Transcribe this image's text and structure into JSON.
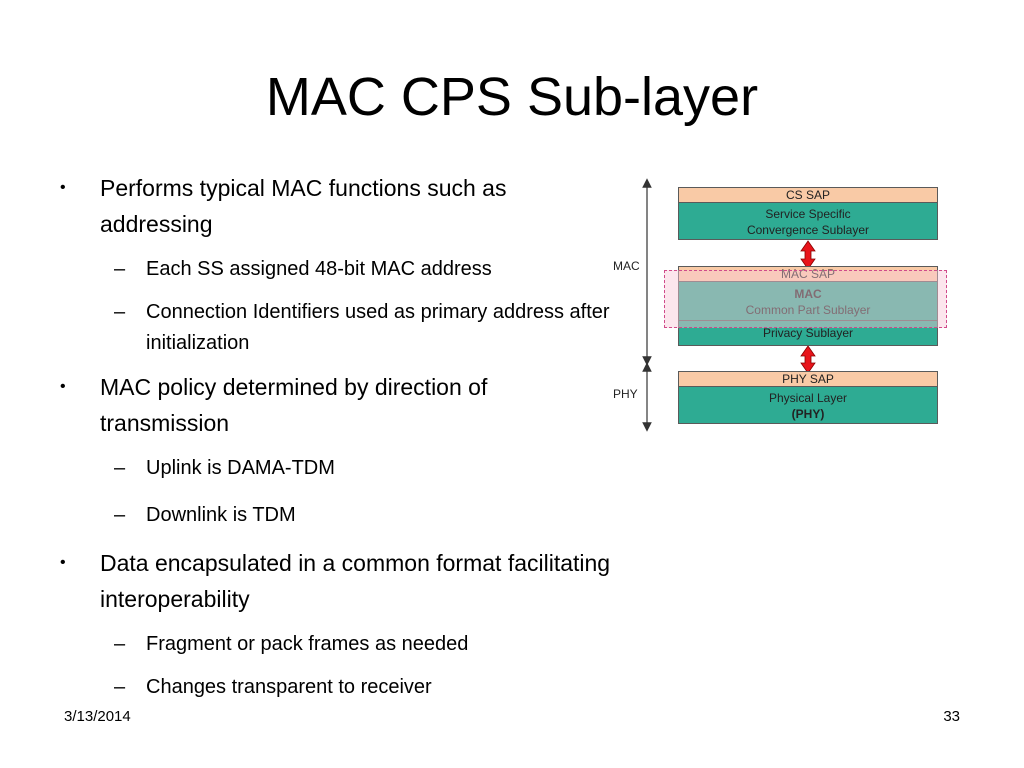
{
  "slide": {
    "title": "MAC CPS Sub-layer",
    "date": "3/13/2014",
    "page": "33"
  },
  "bullets": [
    {
      "text": "Performs typical MAC functions such as addressing",
      "sub": [
        "Each SS assigned 48-bit MAC address",
        "Connection Identifiers used as primary address after initialization"
      ]
    },
    {
      "text": "MAC policy determined by direction of transmission",
      "sub": [
        "Uplink is DAMA-TDM",
        "Downlink is TDM"
      ]
    },
    {
      "text": "Data encapsulated in a common format facilitating interoperability",
      "sub": [
        "Fragment or pack frames as needed",
        "Changes transparent to receiver"
      ]
    }
  ],
  "bullet_glyph": "•",
  "dash_glyph": "–",
  "diagram": {
    "mac_label": "MAC",
    "phy_label": "PHY",
    "cs_sap": "CS SAP",
    "cs_line1": "Service Specific",
    "cs_line2": "Convergence Sublayer",
    "mac_sap": "MAC SAP",
    "cps_bold": "MAC",
    "cps_line2": "Common Part Sublayer",
    "privacy": "Privacy Sublayer",
    "phy_sap": "PHY SAP",
    "phy_line1": "Physical Layer",
    "phy_bold": "(PHY)",
    "colors": {
      "sap": "#f9caa6",
      "layer": "#2eab93",
      "arrow": "#e8141b",
      "dashed": "#d04a8a"
    }
  }
}
